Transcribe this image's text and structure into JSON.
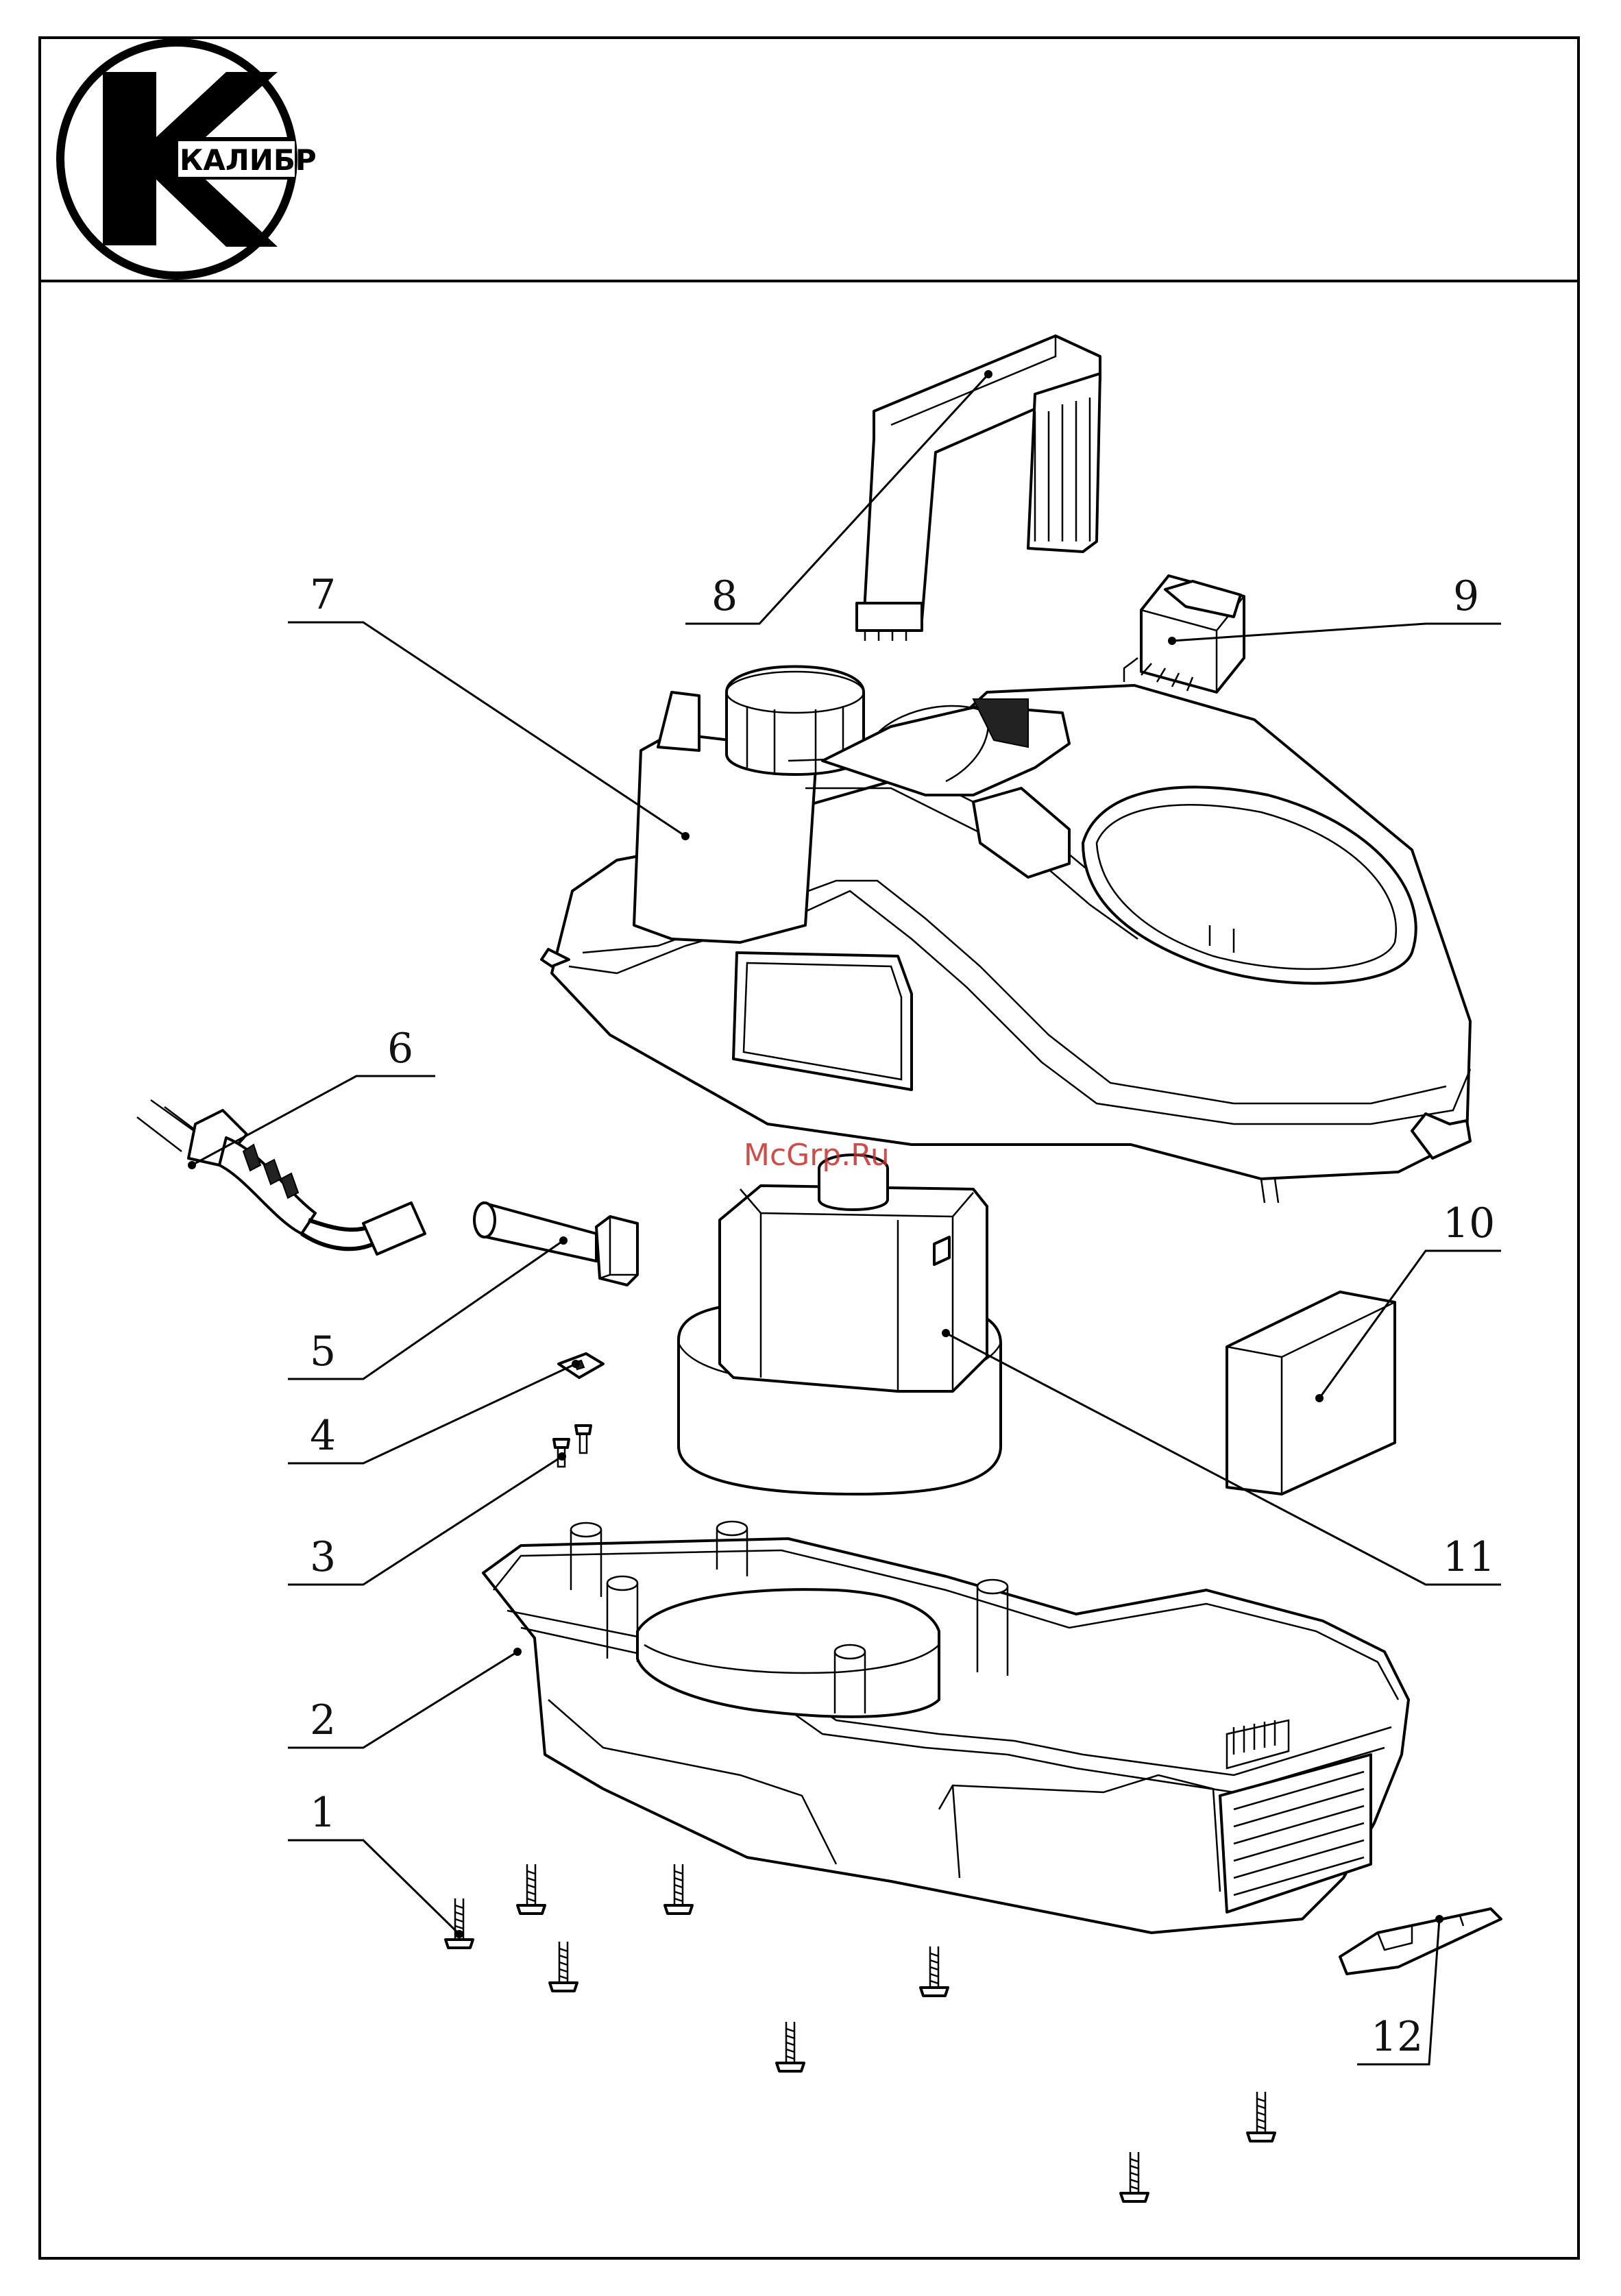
{
  "logo": {
    "text": "КАЛИБР"
  },
  "watermark": {
    "text": "McGrp.Ru",
    "color": "#c4302b"
  },
  "callouts": [
    {
      "id": "c1",
      "number": "1"
    },
    {
      "id": "c2",
      "number": "2"
    },
    {
      "id": "c3",
      "number": "3"
    },
    {
      "id": "c4",
      "number": "4"
    },
    {
      "id": "c5",
      "number": "5"
    },
    {
      "id": "c6",
      "number": "6"
    },
    {
      "id": "c7",
      "number": "7"
    },
    {
      "id": "c8",
      "number": "8"
    },
    {
      "id": "c9",
      "number": "9"
    },
    {
      "id": "c10",
      "number": "10"
    },
    {
      "id": "c11",
      "number": "11"
    },
    {
      "id": "c12",
      "number": "12"
    }
  ],
  "parts": [
    "screw",
    "base-housing",
    "small-screws",
    "clip",
    "hose-connector",
    "power-cord",
    "top-cover",
    "carry-handle",
    "rocker-switch",
    "filter-block",
    "motor-unit",
    "latch"
  ]
}
